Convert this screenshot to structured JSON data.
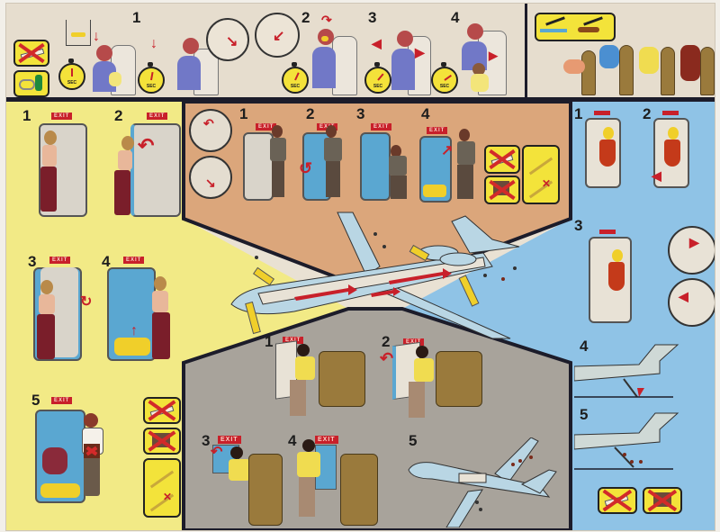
{
  "card": {
    "title": "Airline safety instruction card",
    "colors": {
      "yellow_panel": "#f2ea86",
      "tan_panel": "#dba67b",
      "blue_panel": "#8fc3e6",
      "gray_panel": "#a8a39b",
      "header_strip": "#e6ddce",
      "exit_sign": "#c8202a",
      "pictogram_yellow": "#f3e33a",
      "divider": "#1c1c2a"
    }
  },
  "oxygen_section": {
    "icons": [
      "no-smoking-icon",
      "oxygen-bottle-icon"
    ],
    "steps": [
      {
        "number": "",
        "stopwatch_label": "SEC",
        "description": "Oxygen masks drop from overhead compartment"
      },
      {
        "number": "1",
        "stopwatch_label": "SEC",
        "description": "Pull mask down to start oxygen flow"
      },
      {
        "number": "2",
        "stopwatch_label": "SEC",
        "description": "Place mask over nose and mouth"
      },
      {
        "number": "3",
        "stopwatch_label": "SEC",
        "description": "Tighten strap"
      },
      {
        "number": "4",
        "stopwatch_label": "SEC",
        "description": "Then assist child"
      }
    ]
  },
  "brace_section": {
    "icons": [
      "water-landing-icon",
      "land-landing-icon"
    ],
    "description": "Brace positions"
  },
  "forward_door_section": {
    "steps": [
      {
        "number": "1",
        "exit_label": "EXIT"
      },
      {
        "number": "2",
        "exit_label": "EXIT"
      },
      {
        "number": "3",
        "exit_label": "EXIT"
      },
      {
        "number": "4",
        "exit_label": "EXIT"
      },
      {
        "number": "5",
        "exit_label": "EXIT"
      }
    ],
    "pictograms": [
      "no-smoking-icon",
      "no-baggage-icon",
      "slide-jump-icon"
    ]
  },
  "galley_door_section": {
    "steps": [
      {
        "number": "1",
        "exit_label": "EXIT"
      },
      {
        "number": "2",
        "exit_label": "EXIT"
      },
      {
        "number": "3",
        "exit_label": "EXIT"
      },
      {
        "number": "4",
        "exit_label": "EXIT"
      }
    ],
    "pictograms": [
      "no-smoking-icon",
      "no-baggage-icon",
      "slide-jump-icon"
    ]
  },
  "aft_stair_section": {
    "steps": [
      {
        "number": "1"
      },
      {
        "number": "2"
      },
      {
        "number": "3"
      },
      {
        "number": "4"
      },
      {
        "number": "5"
      }
    ],
    "pictograms": [
      "no-smoking-icon",
      "no-baggage-icon"
    ]
  },
  "overwing_section": {
    "steps": [
      {
        "number": "1",
        "exit_label": "EXIT"
      },
      {
        "number": "2",
        "exit_label": "EXIT"
      },
      {
        "number": "3",
        "exit_label": "EXIT"
      },
      {
        "number": "4",
        "exit_label": "EXIT"
      },
      {
        "number": "5",
        "exit_label": ""
      }
    ]
  },
  "aircraft_diagram": {
    "description": "Cutaway of tri-jet aircraft showing exit routes"
  }
}
